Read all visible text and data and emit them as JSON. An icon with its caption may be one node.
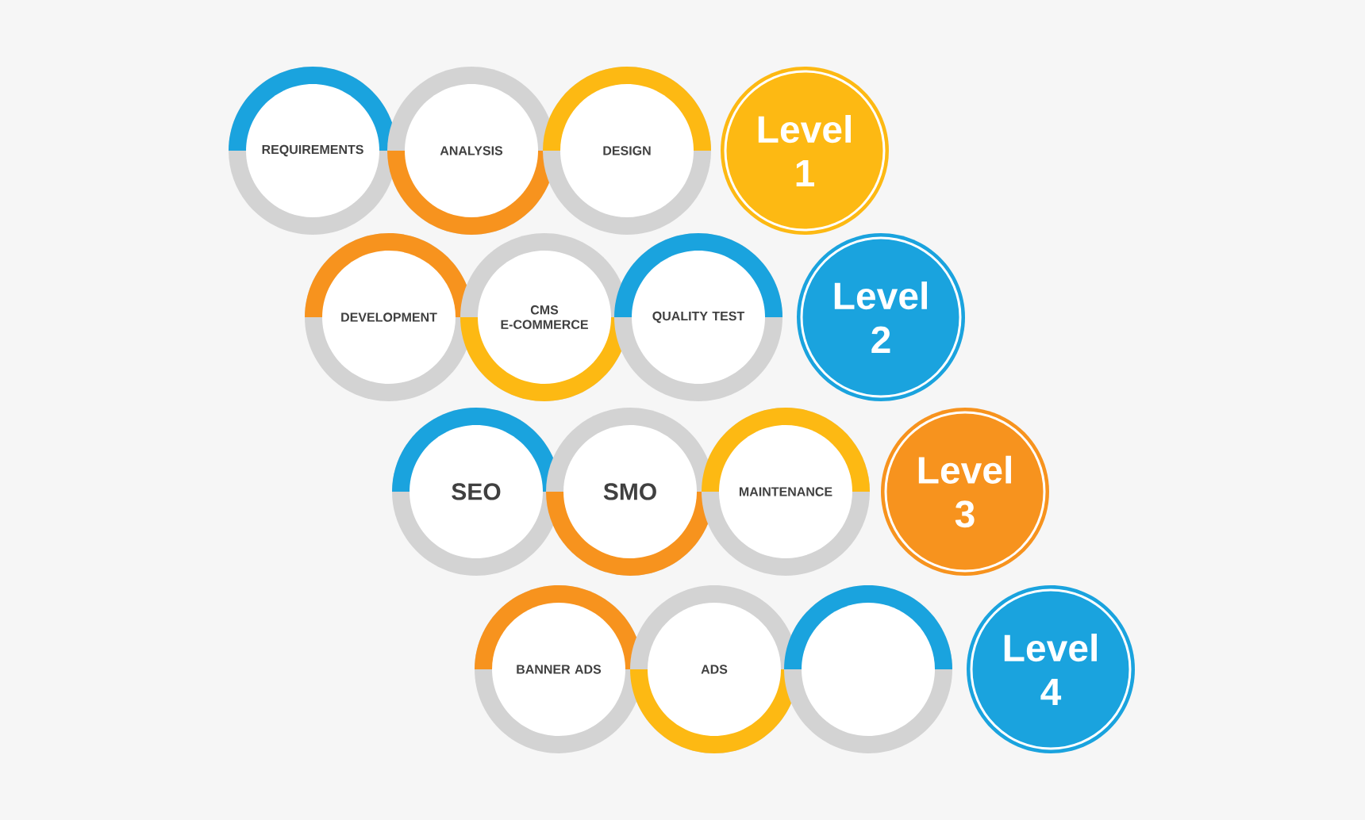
{
  "diagram": {
    "nodes": [
      {
        "text": [
          "REQUIREMENTS"
        ]
      },
      {
        "text": [
          "ANALYSIS"
        ]
      },
      {
        "text": [
          "DESIGN"
        ]
      },
      {
        "text": [
          "Level 1"
        ]
      },
      {
        "text": [
          "DEVELOPMENT"
        ]
      },
      {
        "text": [
          "CMS E-COMMERCE"
        ]
      },
      {
        "text": [
          "QUALITY TEST"
        ]
      },
      {
        "text": [
          "Level 2"
        ]
      },
      {
        "text": [
          "SEO"
        ]
      },
      {
        "text": [
          "SMO"
        ]
      },
      {
        "text": [
          "MAINTENANCE"
        ]
      },
      {
        "text": [
          "Level 3"
        ]
      },
      {
        "text": [
          "BANNER ADS"
        ]
      },
      {
        "text": [
          "ADS"
        ]
      },
      {
        "text": [],
        "shape": "circle"
      },
      {
        "text": [
          "Level 4"
        ]
      }
    ]
  }
}
